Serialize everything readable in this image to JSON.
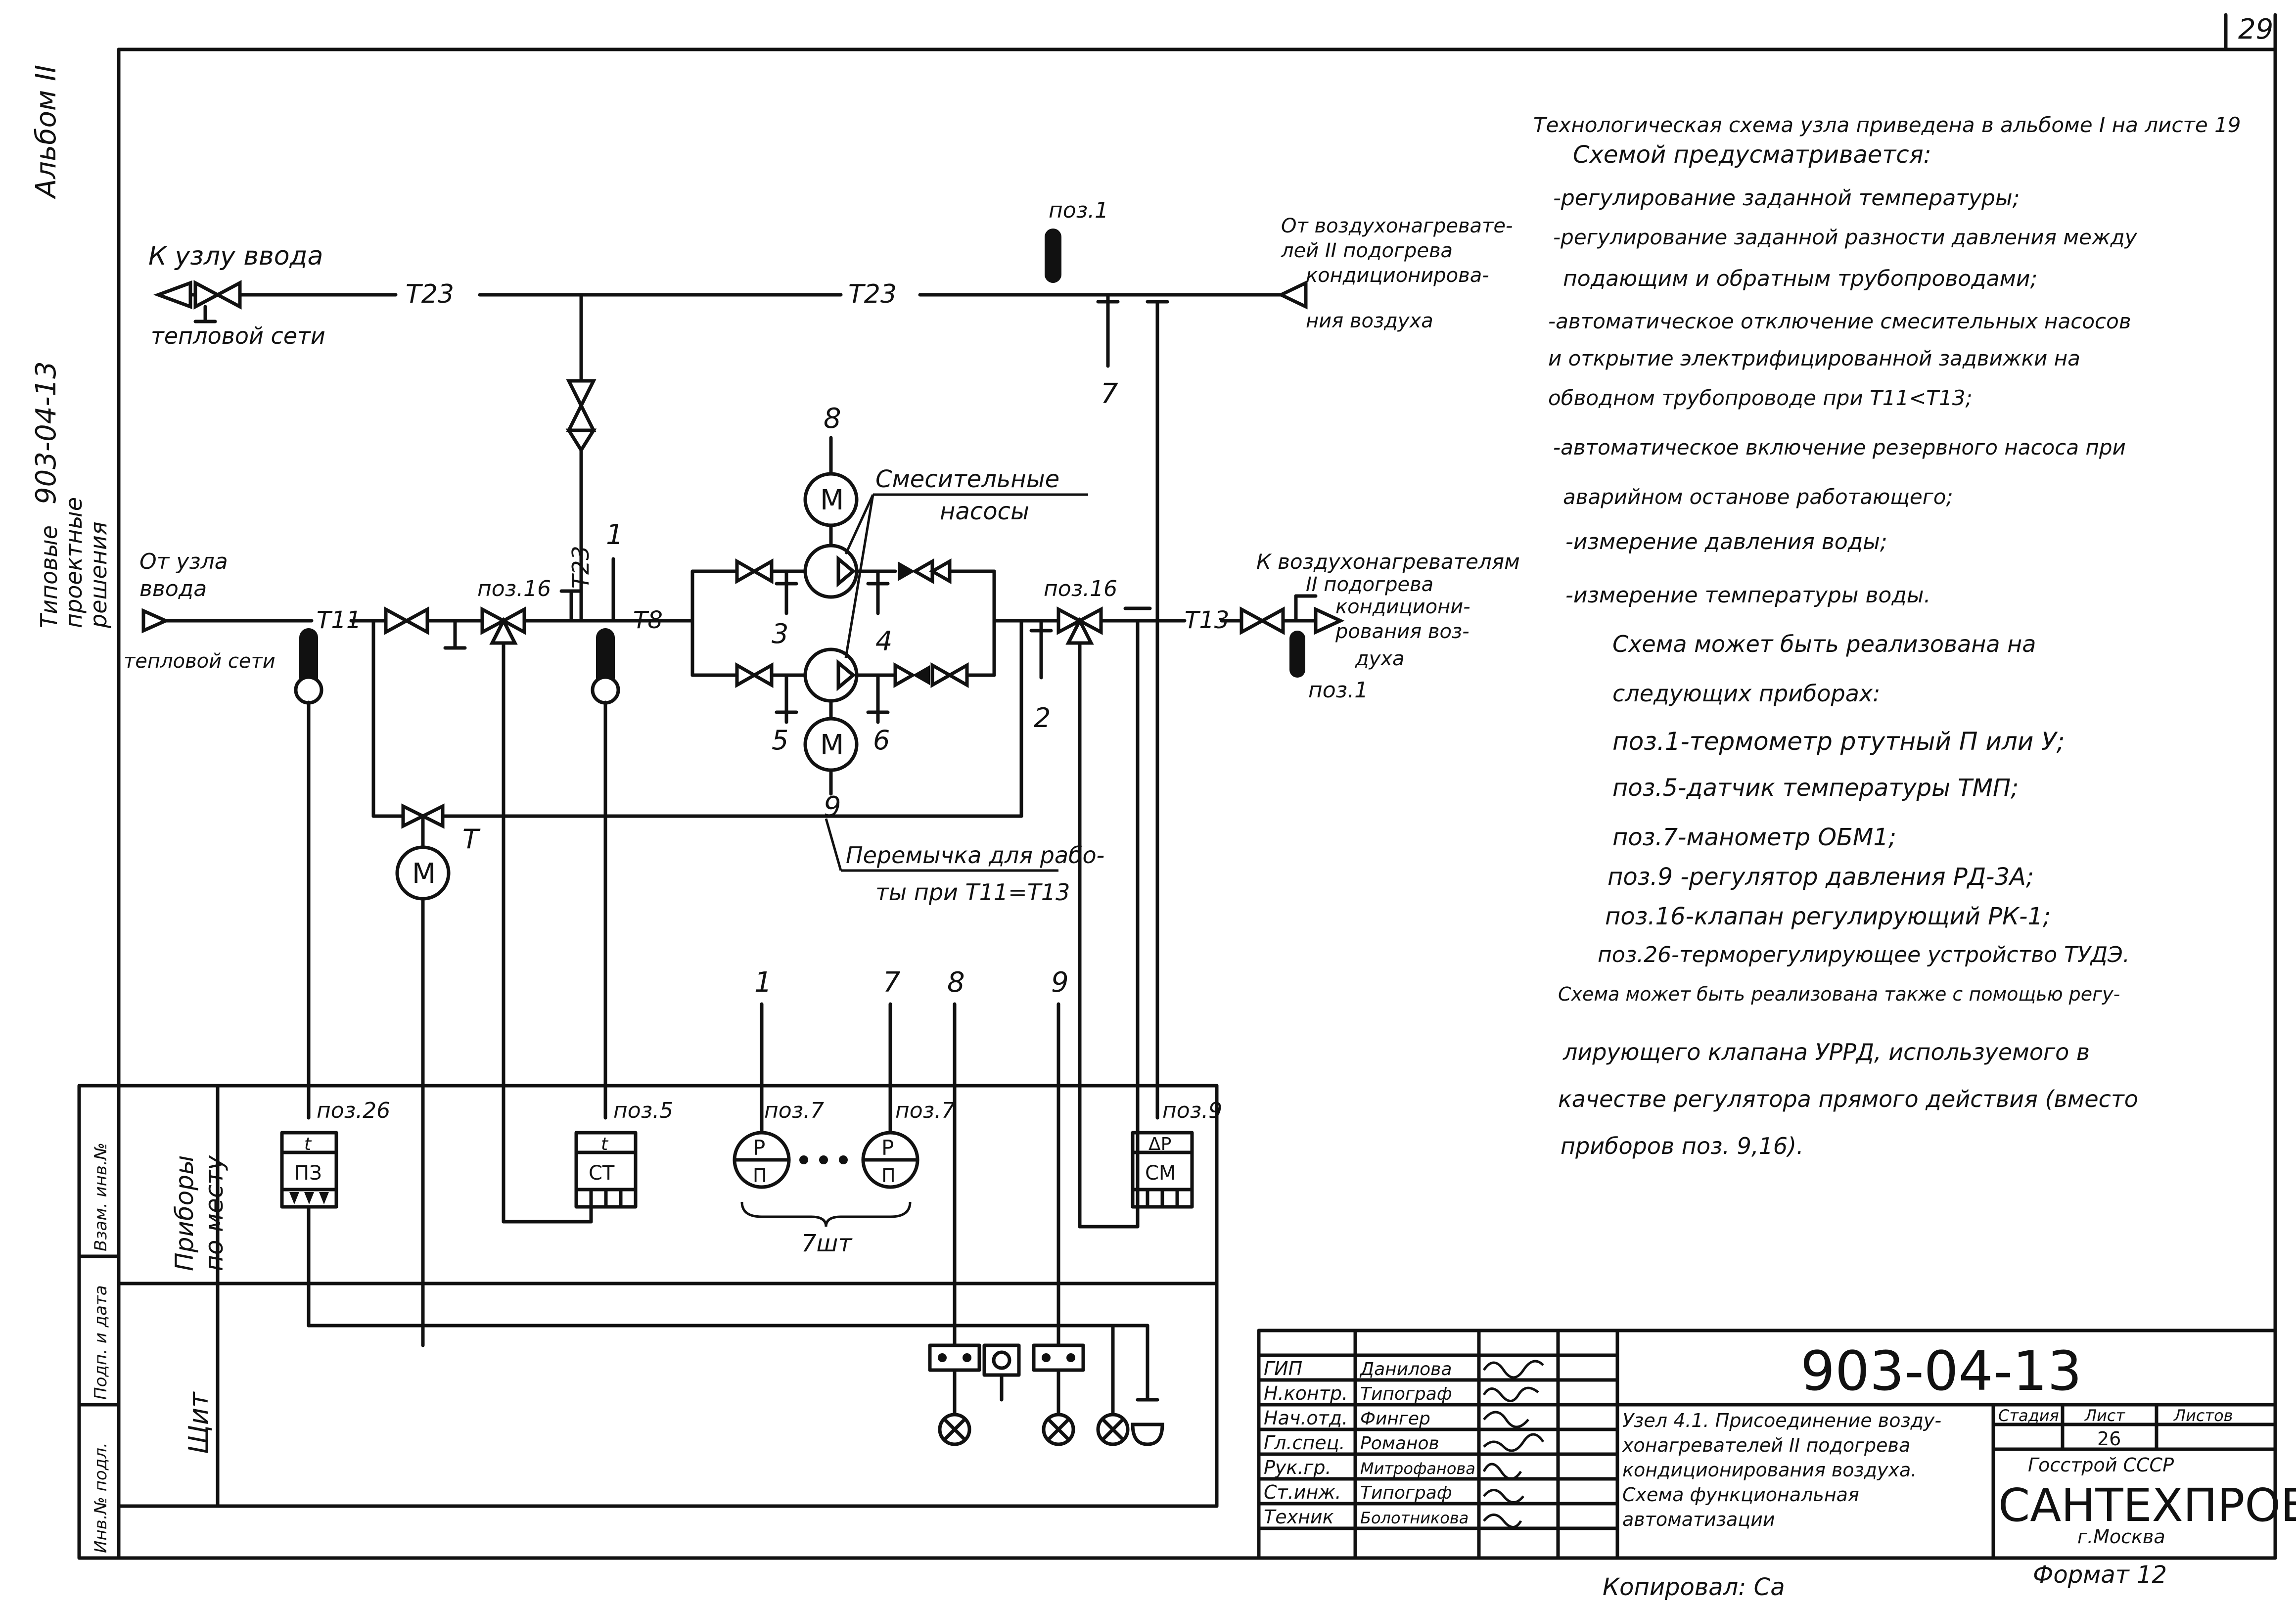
{
  "page_number": "29",
  "side": {
    "album": "Альбом II",
    "code": "903-04-13",
    "series_line1": "Типовые",
    "series_line2": "проектные",
    "series_line3": "решения"
  },
  "stamp_column": {
    "vzam": "Взам. инв.№",
    "podp": "Подп. и дата",
    "inv": "Инв.№ подл."
  },
  "section_labels": {
    "local_line1": "Приборы",
    "local_line2": "по месту",
    "panel": "Щит"
  },
  "diagram": {
    "to_node_line1": "К узлу ввода",
    "to_node_line2": "тепловой сети",
    "t23": "Т23",
    "from_heaters_line1": "От воздухонагревате-",
    "from_heaters_line2": "лей II подогрева",
    "from_heaters_line3": "кондиционирова-",
    "from_heaters_line4": "ния воздуха",
    "from_node_line1": "От узла",
    "from_node_line2": "ввода",
    "from_node_line3": "тепловой сети",
    "to_heaters_line1": "К воздухонагревателям",
    "to_heaters_line2": "II подогрева",
    "to_heaters_line3": "кондициони-",
    "to_heaters_line4": "рования воз-",
    "to_heaters_line5": "духа",
    "t11": "Т11",
    "t8": "Т8",
    "t13": "Т13",
    "pumps_line1": "Смесительные",
    "pumps_line2": "насосы",
    "bypass_line1": "Перемычка для рабо-",
    "bypass_line2": "ты при Т11=Т13",
    "poz1": "поз.1",
    "poz16": "поз.16",
    "poz26": "поз.26",
    "poz5": "поз.5",
    "poz7": "поз.7",
    "poz9": "поз.9",
    "count": "7шт",
    "n1": "1",
    "n2": "2",
    "n3": "3",
    "n4": "4",
    "n5": "5",
    "n6": "6",
    "n7": "7",
    "n8": "8",
    "n9": "9",
    "motor": "М",
    "pz": "ПЗ",
    "ct": "СТ",
    "cm": "СМ",
    "p": "Р",
    "dp": "ΔР",
    "pi": "П",
    "t": "t",
    "tt": "Т"
  },
  "notes": [
    "Технологическая схема узла приведена в альбоме I на листе 19",
    "Схемой   предусматривается:",
    "-регулирование заданной температуры;",
    "-регулирование заданной разности давления между",
    "подающим и обратным трубопроводами;",
    "-автоматическое отключение смесительных насосов",
    "и открытие электрифицированной задвижки на",
    "обводном трубопроводе при Т11<Т13;",
    "-автоматическое включение резервного насоса при",
    "аварийном останове  работающего;",
    "-измерение давления  воды;",
    "-измерение температуры воды.",
    "Схема может быть  реализована  на",
    "следующих приборах:",
    "поз.1-термометр ртутный П или У;",
    "поз.5-датчик температуры ТМП;",
    "поз.7-манометр ОБМ1;",
    "поз.9 -регулятор давления РД-3А;",
    "поз.16-клапан регулирующий РК-1;",
    "поз.26-терморегулирующее устройство ТУДЭ.",
    "Схема может быть реализована также с помощью регу-",
    "лирующего клапана УРРД, используемого в",
    "качестве регулятора прямого действия (вместо",
    "приборов поз. 9,16)."
  ],
  "title_block": {
    "code": "903-04-13",
    "roles": [
      "ГИП",
      "Н.контр.",
      "Нач.отд.",
      "Гл.спец.",
      "Рук.гр.",
      "Ст.инж.",
      "Техник"
    ],
    "names": [
      "Данилова",
      "Типограф",
      "Фингер",
      "Романов",
      "Митрофанова",
      "Типограф",
      "Болотникова"
    ],
    "title": [
      "Узел 4.1. Присоединение возду-",
      "хонагревателей II подогрева",
      "кондиционирования воздуха.",
      "Схема функциональная",
      "автоматизации"
    ],
    "stage_label": "Стадия",
    "sheet_label": "Лист",
    "sheets_label": "Листов",
    "sheet": "26",
    "org1": "Госстрой СССР",
    "org2": "САНТЕХПРОЕКТ",
    "org3": "г.Москва"
  },
  "footer": {
    "copied": "Копировал: Са",
    "format": "Формат 12"
  }
}
